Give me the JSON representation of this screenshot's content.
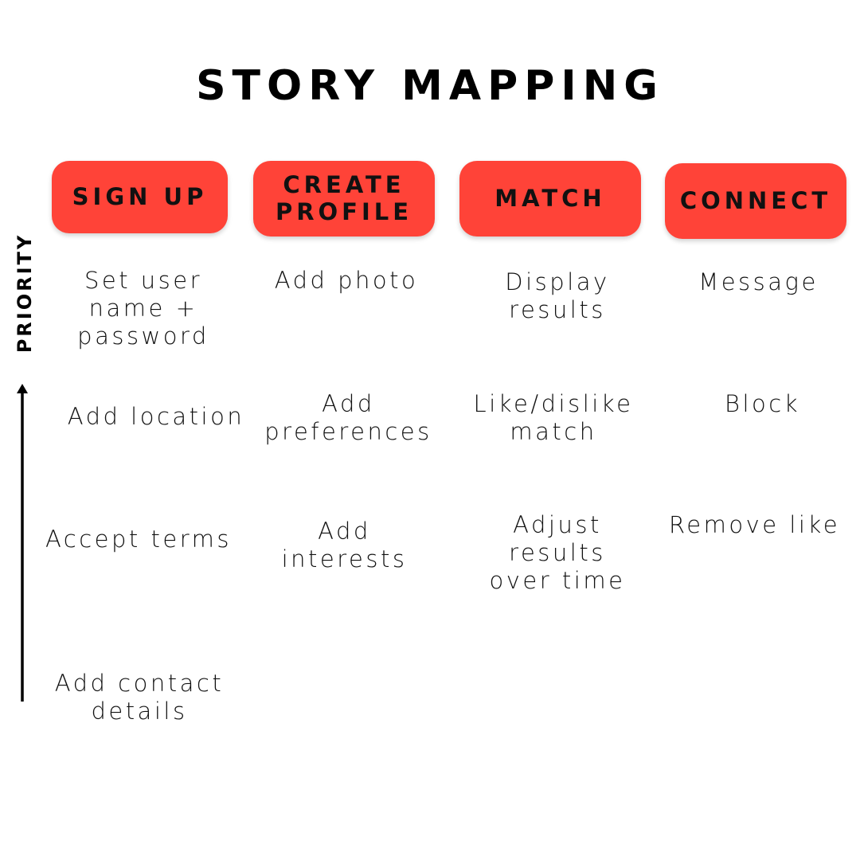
{
  "title": "STORY MAPPING",
  "axis": {
    "label": "PRIORITY",
    "icon": "arrow-up-icon"
  },
  "accent_color": "#ff4338",
  "epics": [
    {
      "label": "SIGN UP",
      "stories": [
        "Set user name + password",
        "Add location",
        "Accept terms",
        "Add contact details"
      ]
    },
    {
      "label": "CREATE PROFILE",
      "stories": [
        "Add photo",
        "Add preferences",
        "Add interests"
      ]
    },
    {
      "label": "MATCH",
      "stories": [
        "Display results",
        "Like/dislike match",
        "Adjust results over time"
      ]
    },
    {
      "label": "CONNECT",
      "stories": [
        "Message",
        "Block",
        "Remove like"
      ]
    }
  ]
}
